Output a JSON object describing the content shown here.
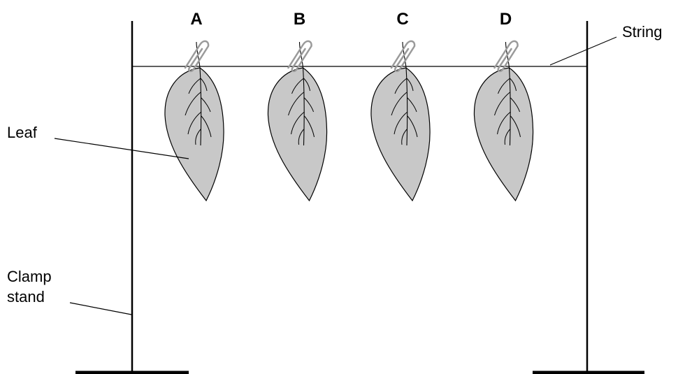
{
  "leaves": [
    {
      "letter": "A"
    },
    {
      "letter": "B"
    },
    {
      "letter": "C"
    },
    {
      "letter": "D"
    }
  ],
  "labels": {
    "string": "String",
    "leaf": "Leaf",
    "clamp_stand_line1": "Clamp",
    "clamp_stand_line2": "stand"
  },
  "colors": {
    "leaf_fill": "#c8c8c8",
    "paperclip": "#9a9a9a",
    "ink": "#000000"
  }
}
